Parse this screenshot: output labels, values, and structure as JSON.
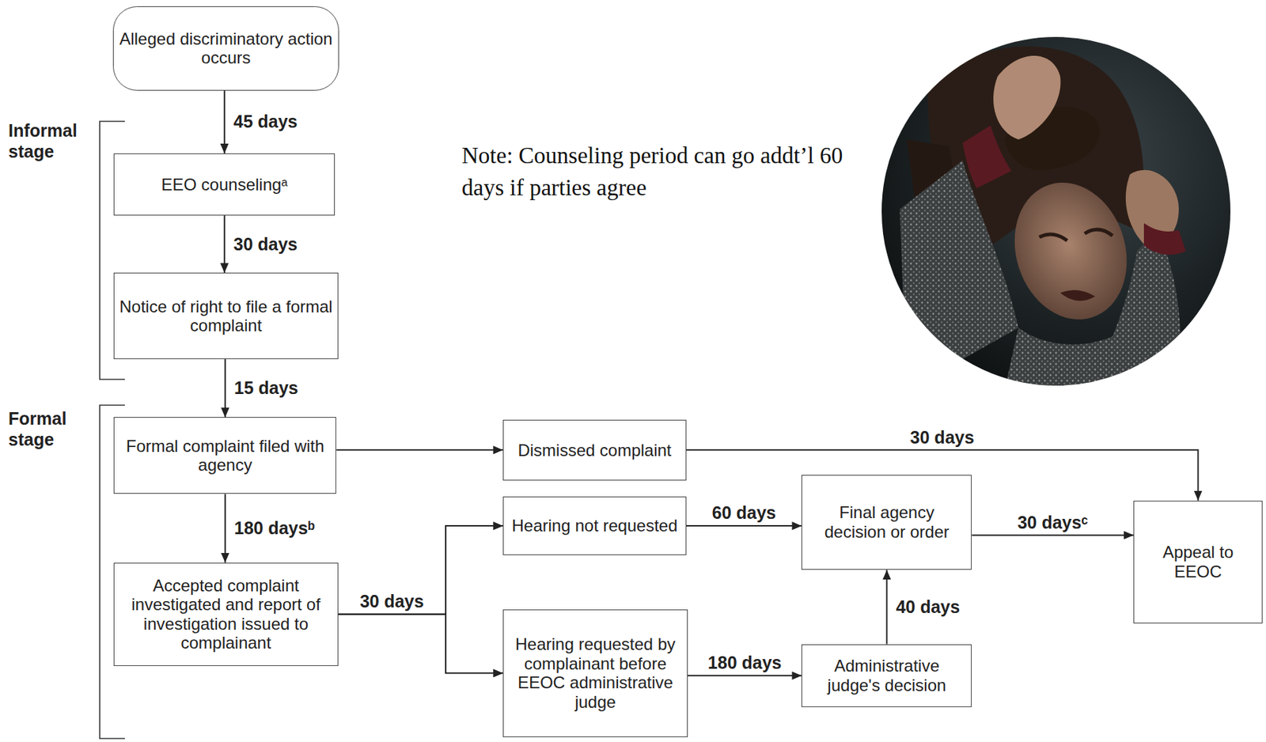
{
  "diagram": {
    "nodes": [
      {
        "text": [
          "Alleged discriminatory action occurs"
        ]
      },
      {
        "text": [
          "EEO counselingᵃ"
        ]
      },
      {
        "text": [
          "Notice of right to file a formal complaint"
        ]
      },
      {
        "text": [
          "Formal complaint filed with agency"
        ]
      },
      {
        "text": [
          "Dismissed complaint"
        ]
      },
      {
        "text": [
          "Accepted complaint investigated and report of investigation issued to complainant"
        ]
      },
      {
        "text": [
          "Hearing not requested"
        ]
      },
      {
        "text": [
          "Final agency decision or order"
        ]
      },
      {
        "text": [
          "Appeal to EEOC"
        ]
      },
      {
        "text": [
          "Hearing requested by complainant before EEOC administrative judge"
        ]
      },
      {
        "text": [
          "Administrative judge's decision"
        ]
      }
    ],
    "edges": [
      {
        "from": 0,
        "to": 1,
        "label": "45 days",
        "arrow": "to"
      },
      {
        "from": 1,
        "to": 2,
        "label": "30 days",
        "arrow": "to"
      },
      {
        "from": 2,
        "to": 3,
        "label": "15 days",
        "arrow": "to"
      },
      {
        "from": 3,
        "to": 4,
        "arrow": "to"
      },
      {
        "from": 3,
        "to": 5,
        "label": "180 daysᵇ",
        "arrow": "to"
      },
      {
        "from": 5,
        "to": 6,
        "label": "30 days",
        "arrow": "to"
      },
      {
        "from": 5,
        "to": 9,
        "arrow": "to"
      },
      {
        "from": 6,
        "to": 7,
        "label": "60 days",
        "arrow": "to"
      },
      {
        "from": 9,
        "to": 10,
        "label": "180 days",
        "arrow": "to"
      },
      {
        "from": 10,
        "to": 7,
        "label": "40 days",
        "arrow": "to"
      },
      {
        "from": 7,
        "to": 8,
        "label": "30 daysᶜ",
        "arrow": "to"
      },
      {
        "from": 4,
        "to": 8,
        "label": "30 days",
        "arrow": "to"
      }
    ],
    "labels": [
      "Informal stage",
      "Formal stage",
      "Note: Counseling period can go addt’l 60 days if parties agree"
    ]
  }
}
